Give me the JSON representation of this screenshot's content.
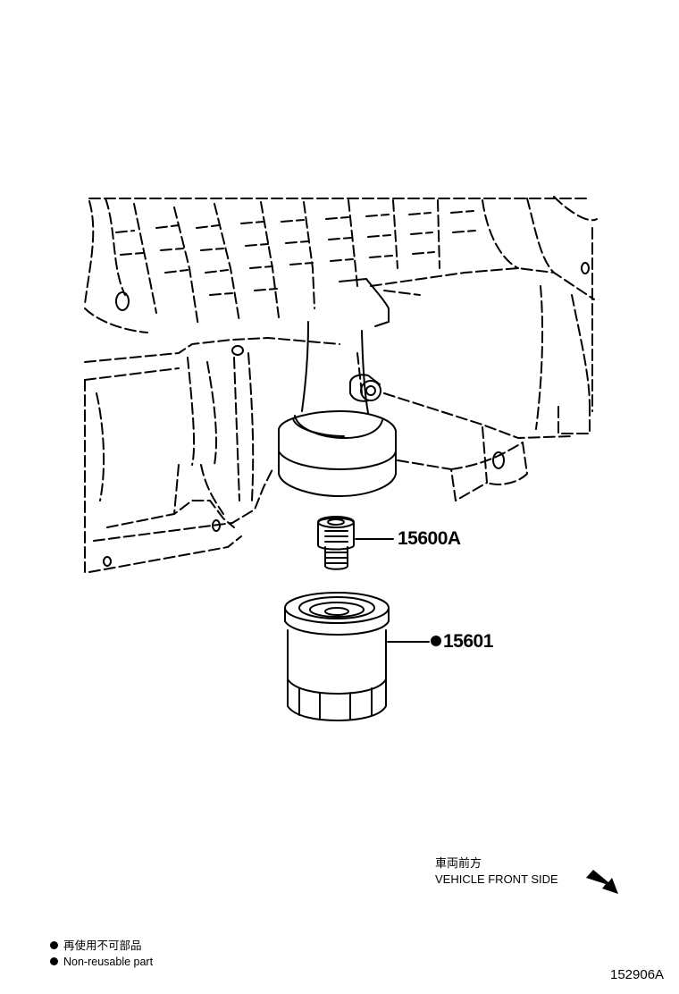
{
  "parts": [
    {
      "number": "15600A",
      "non_reusable": false
    },
    {
      "number": "15601",
      "non_reusable": true
    }
  ],
  "direction": {
    "label_jp": "車両前方",
    "label_en": "VEHICLE FRONT SIDE",
    "icon": "arrow-down-right-icon"
  },
  "legend": {
    "marker_icon": "filled-circle-icon",
    "line_jp": "再使用不可部品",
    "line_en": "Non-reusable part"
  },
  "diagram_id": "152906A"
}
